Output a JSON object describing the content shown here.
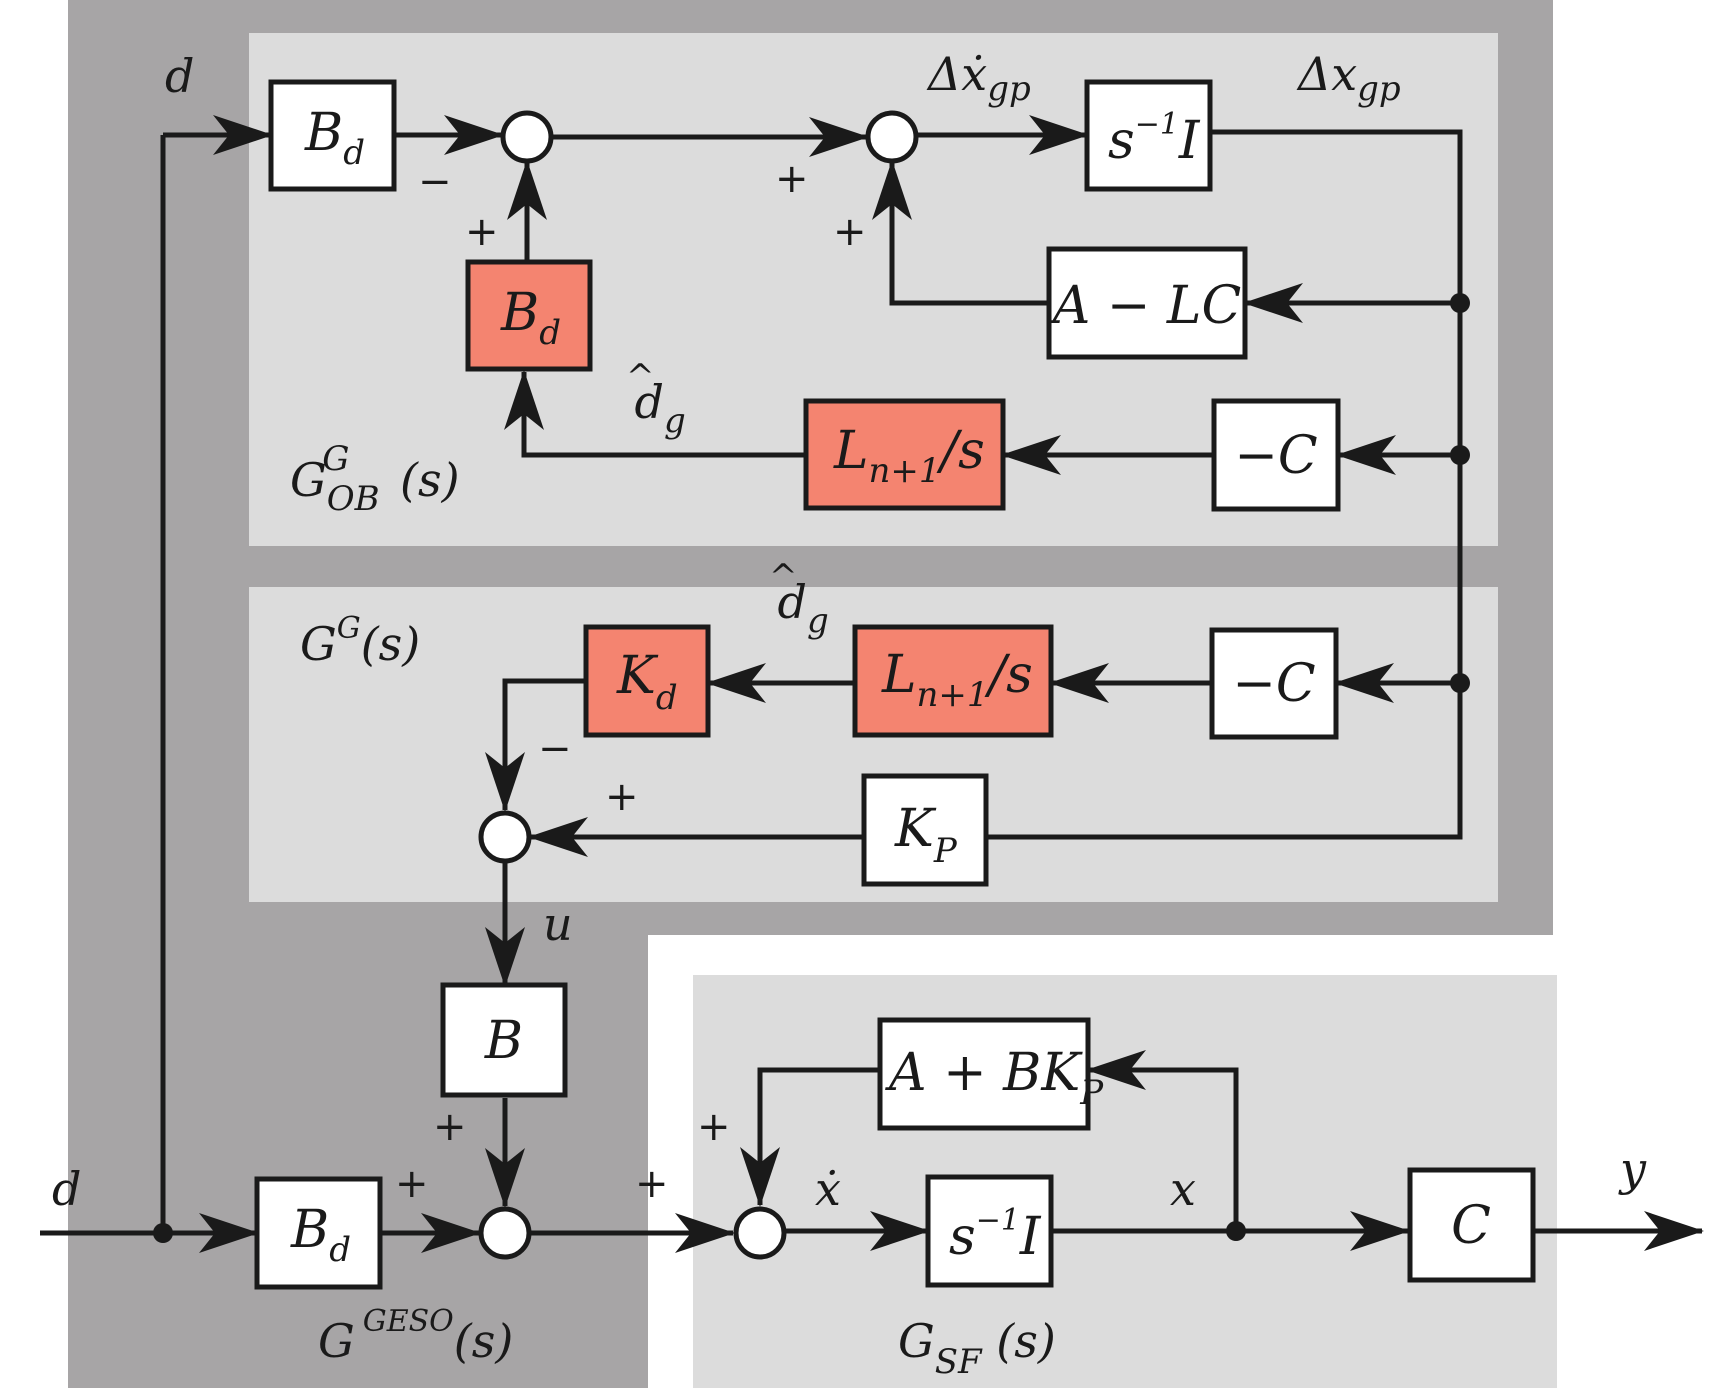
{
  "colors": {
    "outer_region": "#a7a5a6",
    "inner_region": "#dcdcdc",
    "highlight_block": "#f48470",
    "block_fill": "#ffffff",
    "line": "#1a1a1a"
  },
  "regions": {
    "observer": "G_OB^G (s)",
    "gain": "G^G(s)",
    "geso": "G^GESO(s)",
    "sf": "G_SF (s)"
  },
  "signals": {
    "d_top": "d",
    "d_bottom": "d",
    "dx_gp_dot": "Δẋ_gp",
    "dx_gp": "Δx_gp",
    "d_hat_1": "d̂_g",
    "d_hat_2": "d̂_g",
    "u": "u",
    "x_dot": "ẋ",
    "x": "x",
    "y": "y"
  },
  "blocks": {
    "bd_top": {
      "name": "B",
      "sub": "d"
    },
    "integrator_top": {
      "base": "s",
      "sup": "−1",
      "rest": "I"
    },
    "bd_feedback": {
      "name": "B",
      "sub": "d"
    },
    "a_minus_lc": "A − LC",
    "ln1_top": {
      "name": "L",
      "sub": "n+1",
      "rest": "/s"
    },
    "minus_c_top": "−C",
    "kd": {
      "name": "K",
      "sub": "d"
    },
    "ln1_mid": {
      "name": "L",
      "sub": "n+1",
      "rest": "/s"
    },
    "minus_c_mid": "−C",
    "kp": {
      "name": "K",
      "sub": "P"
    },
    "b": "B",
    "bd_bottom": {
      "name": "B",
      "sub": "d"
    },
    "a_plus_bkp": {
      "name": "A + BK",
      "sub": "P"
    },
    "integrator_bottom": {
      "base": "s",
      "sup": "−1",
      "rest": "I"
    },
    "c": "C"
  },
  "signs": {
    "sum1_left": "−",
    "sum1_bottom": "+",
    "sum2_left": "+",
    "sum2_bottom": "+",
    "sum3_top": "−",
    "sum3_right": "+",
    "sum4_top": "+",
    "sum4_left": "+",
    "sum5_left": "+",
    "sum5_top": "+"
  }
}
